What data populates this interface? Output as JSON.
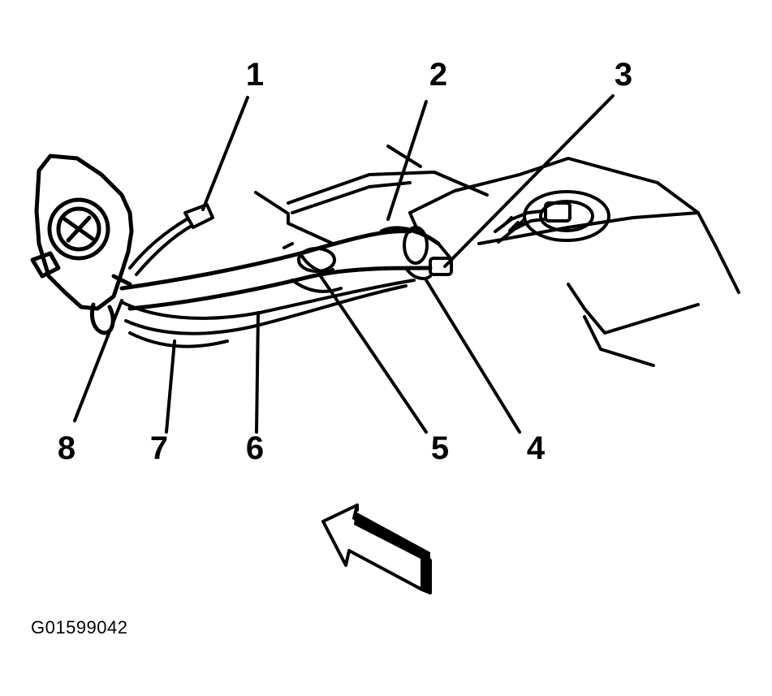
{
  "figure_id": "G01599042",
  "callouts": [
    "1",
    "2",
    "3",
    "4",
    "5",
    "6",
    "7",
    "8"
  ],
  "icons": {
    "direction_arrow": "forward-arrow-icon"
  },
  "colors": {
    "ink": "#000000",
    "paper": "#ffffff"
  }
}
